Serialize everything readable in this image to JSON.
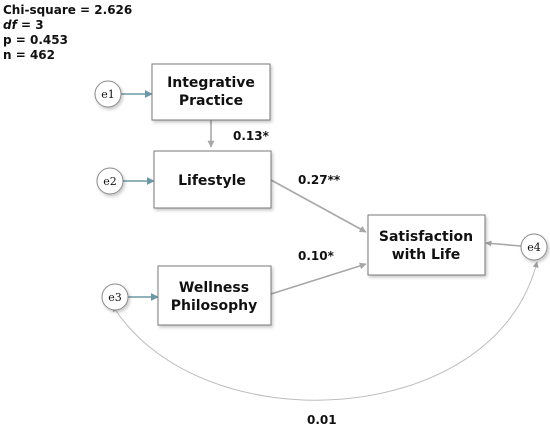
{
  "model_stats": {
    "chi_square": "Chi-square = 2.626",
    "df_label": "df",
    "df_value": " = 3",
    "p": "p = 0.453",
    "n": "n = 462"
  },
  "nodes": {
    "integrative": {
      "line1": "Integrative",
      "line2": "Practice"
    },
    "lifestyle": {
      "line1": "Lifestyle"
    },
    "wellness": {
      "line1": "Wellness",
      "line2": "Philosophy"
    },
    "satisfaction": {
      "line1": "Satisfaction",
      "line2": "with Life"
    }
  },
  "errors": {
    "e1": "e1",
    "e2": "e2",
    "e3": "e3",
    "e4": "e4"
  },
  "paths": {
    "integrative_to_lifestyle": "0.13*",
    "lifestyle_to_satisfaction": "0.27**",
    "wellness_to_satisfaction": "0.10*",
    "e3_e4_covariance": "0.01"
  },
  "colors": {
    "error_arrow": "#6d98a4",
    "path_arrow": "#a8a8a8",
    "box_border": "#7a7a7a"
  }
}
